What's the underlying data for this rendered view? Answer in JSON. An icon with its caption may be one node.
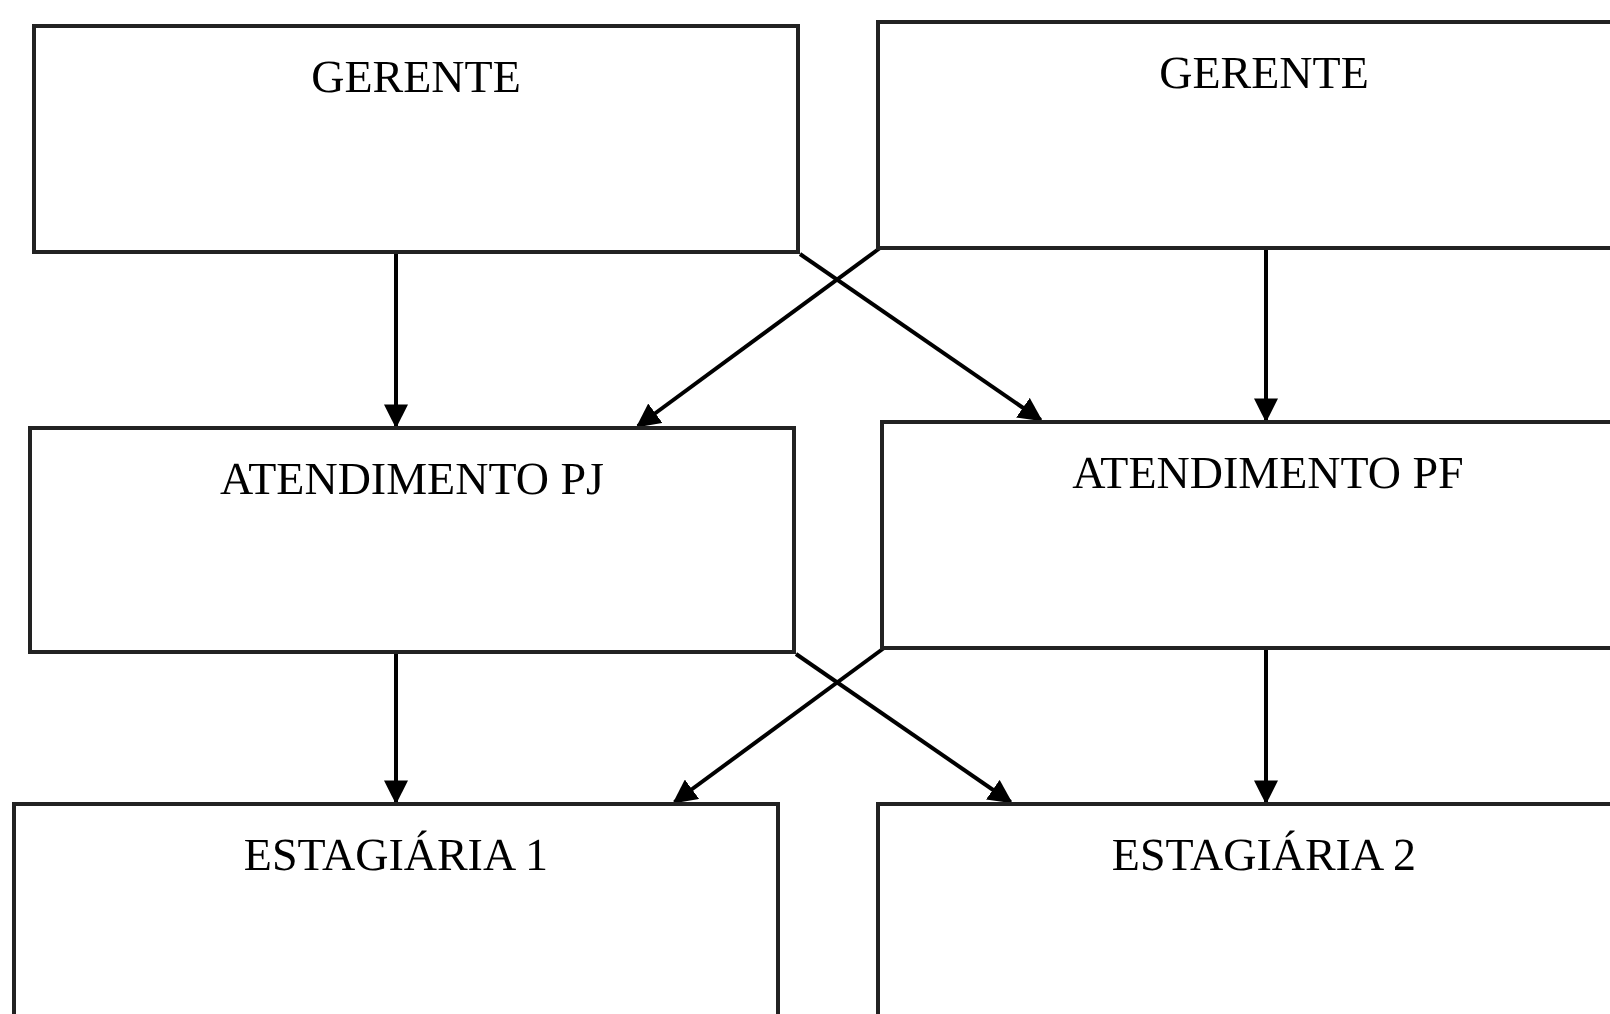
{
  "diagram": {
    "nodes": [
      {
        "text": [
          "GERENTE"
        ]
      },
      {
        "text": [
          "GERENTE"
        ]
      },
      {
        "text": [
          "ATENDIMENTO PJ"
        ]
      },
      {
        "text": [
          "ATENDIMENTO PF"
        ]
      },
      {
        "text": [
          "ESTAGIÁRIA 1"
        ]
      },
      {
        "text": [
          "ESTAGIÁRIA 2"
        ]
      }
    ],
    "edges": [
      {
        "from": 0,
        "to": 2,
        "arrow": "to"
      },
      {
        "from": 1,
        "to": 2,
        "arrow": "to"
      },
      {
        "from": 0,
        "to": 3,
        "arrow": "to"
      },
      {
        "from": 1,
        "to": 3,
        "arrow": "to"
      },
      {
        "from": 2,
        "to": 4,
        "arrow": "to"
      },
      {
        "from": 3,
        "to": 4,
        "arrow": "to"
      },
      {
        "from": 2,
        "to": 5,
        "arrow": "to"
      },
      {
        "from": 3,
        "to": 5,
        "arrow": "to"
      }
    ]
  }
}
